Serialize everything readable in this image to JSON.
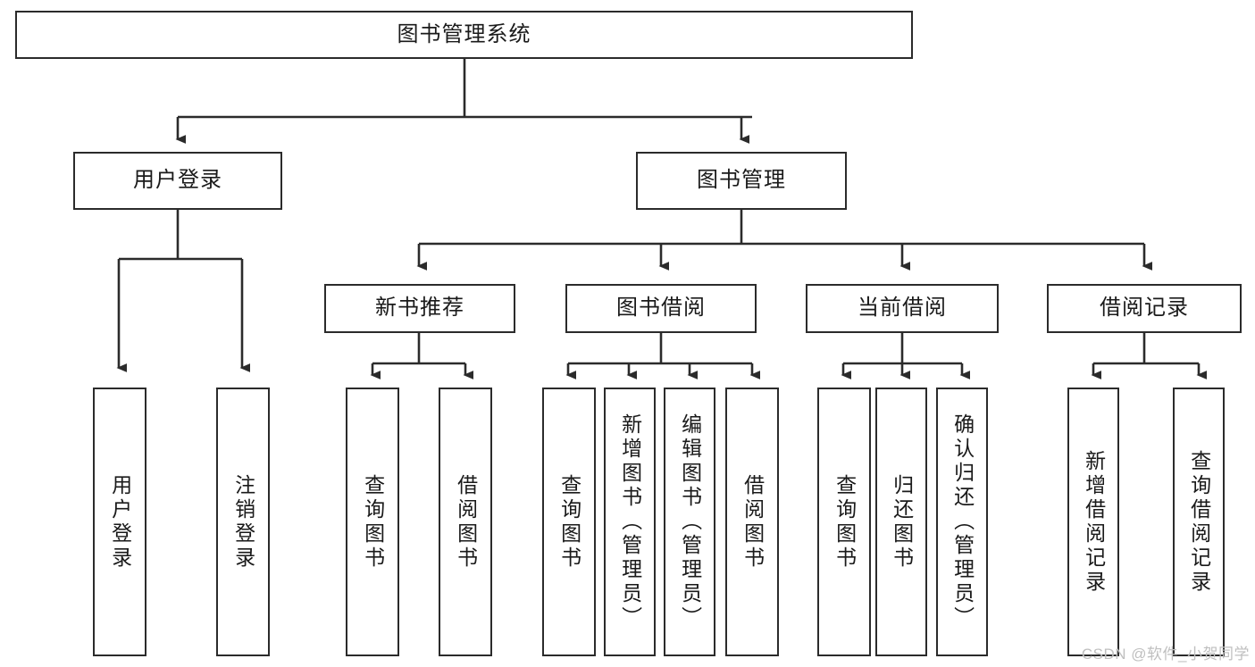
{
  "diagram": {
    "title": "图书管理系统",
    "watermark": "CSDN @软件_小贺同学",
    "colors": {
      "stroke": "#2b2b2b",
      "fill": "#ffffff",
      "text": "#1a1a1a",
      "watermark": "#bfbfbf"
    },
    "nodes": {
      "root": "图书管理系统",
      "user_login": "用户登录",
      "book_manage": "图书管理",
      "new_book_rec": "新书推荐",
      "book_borrow": "图书借阅",
      "current_borrow": "当前借阅",
      "borrow_record": "借阅记录",
      "leaf_user_login": "用户登录",
      "leaf_logout": "注销登录",
      "leaf_query_book_1": "查询图书",
      "leaf_borrow_book_1": "借阅图书",
      "leaf_query_book_2": "查询图书",
      "leaf_add_book_admin": "新增图书（管理员）",
      "leaf_edit_book_admin": "编辑图书（管理员）",
      "leaf_borrow_book_2": "借阅图书",
      "leaf_query_book_3": "查询图书",
      "leaf_return_book": "归还图书",
      "leaf_confirm_return_admin": "确认归还（管理员）",
      "leaf_add_record": "新增借阅记录",
      "leaf_query_record": "查询借阅记录"
    }
  }
}
